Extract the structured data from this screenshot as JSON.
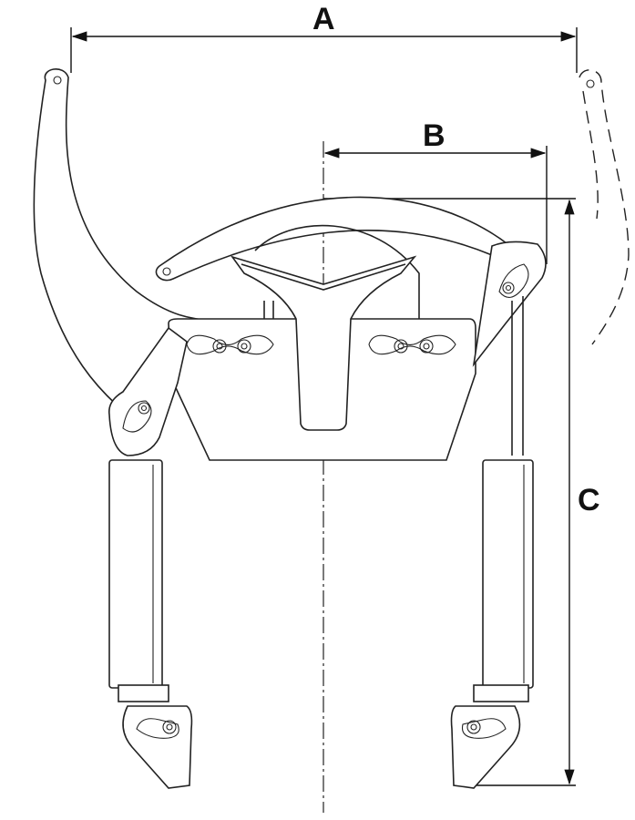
{
  "diagram": {
    "dimensions": [
      {
        "id": "A",
        "label": "A"
      },
      {
        "id": "B",
        "label": "B"
      },
      {
        "id": "C",
        "label": "C"
      }
    ],
    "line_color": "#222222",
    "background": "#ffffff"
  }
}
